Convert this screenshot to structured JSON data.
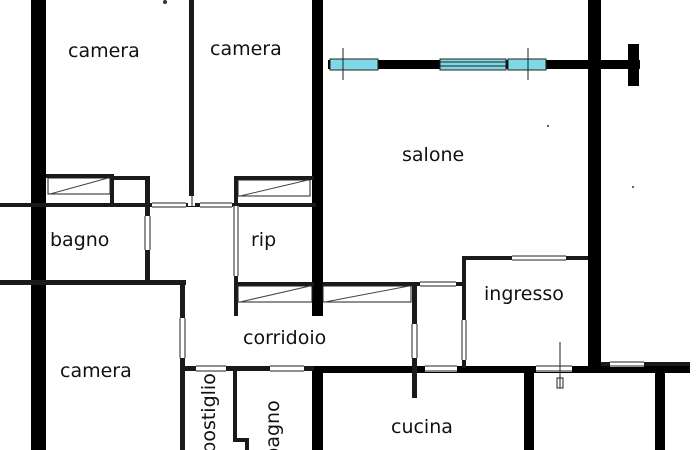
{
  "rooms": {
    "camera_top_left": "camera",
    "camera_top_mid": "camera",
    "salone": "salone",
    "bagno": "bagno",
    "rip": "rip",
    "ingresso": "ingresso",
    "corridoio": "corridoio",
    "camera_bottom": "camera",
    "ripostiglio": "ripostiglio",
    "bagno_bottom": "bagno",
    "cucina": "cucina"
  },
  "colors": {
    "wall": "#000000",
    "window_glass": "#7fd8e6",
    "background": "#ffffff"
  }
}
